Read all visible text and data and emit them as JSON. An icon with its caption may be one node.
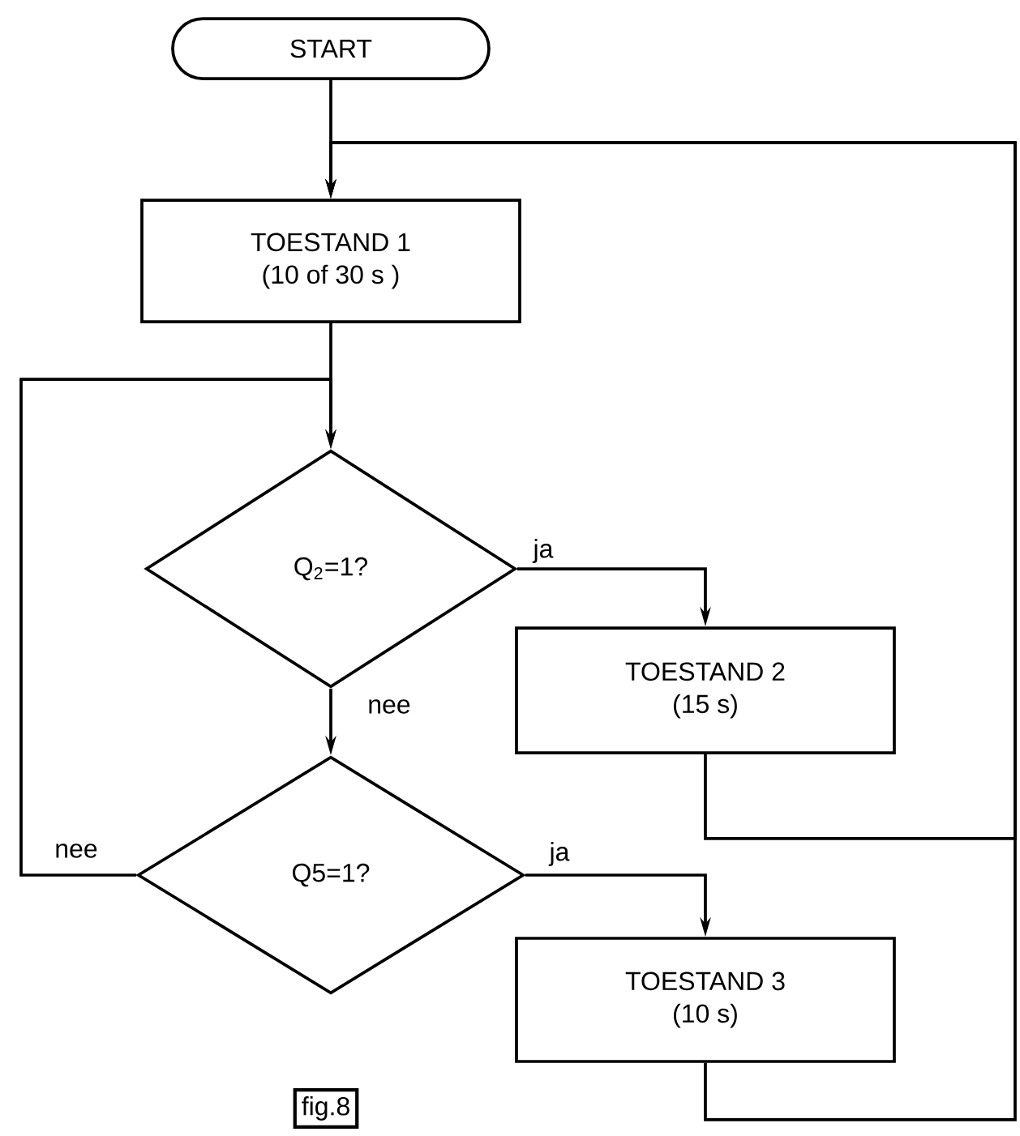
{
  "diagram": {
    "caption": "fig.8",
    "nodes": [
      {
        "text": [
          "START"
        ]
      },
      {
        "text": [
          "TOESTAND 1",
          "(10 of 30 s )"
        ]
      },
      {
        "text": [
          "Q$_{2}$=1?"
        ]
      },
      {
        "text": [
          "TOESTAND 2",
          "(15 s)"
        ]
      },
      {
        "text": [
          "Q5=1?"
        ]
      },
      {
        "text": [
          "TOESTAND 3",
          "(10 s)"
        ]
      }
    ],
    "edges": [
      {
        "from": 0,
        "to": 1,
        "arrow": "to"
      },
      {
        "from": 1,
        "to": 2,
        "arrow": "to"
      },
      {
        "from": 2,
        "to": 3,
        "arrow": "to",
        "label": "ja"
      },
      {
        "from": 2,
        "to": 4,
        "arrow": "to",
        "label": "nee"
      },
      {
        "from": 4,
        "to": 2,
        "arrow": "to",
        "label": "nee"
      },
      {
        "from": 4,
        "to": 5,
        "arrow": "to",
        "label": "ja"
      },
      {
        "from": 3,
        "to": 1,
        "arrow": "to"
      },
      {
        "from": 5,
        "to": 1,
        "arrow": "to"
      }
    ]
  }
}
